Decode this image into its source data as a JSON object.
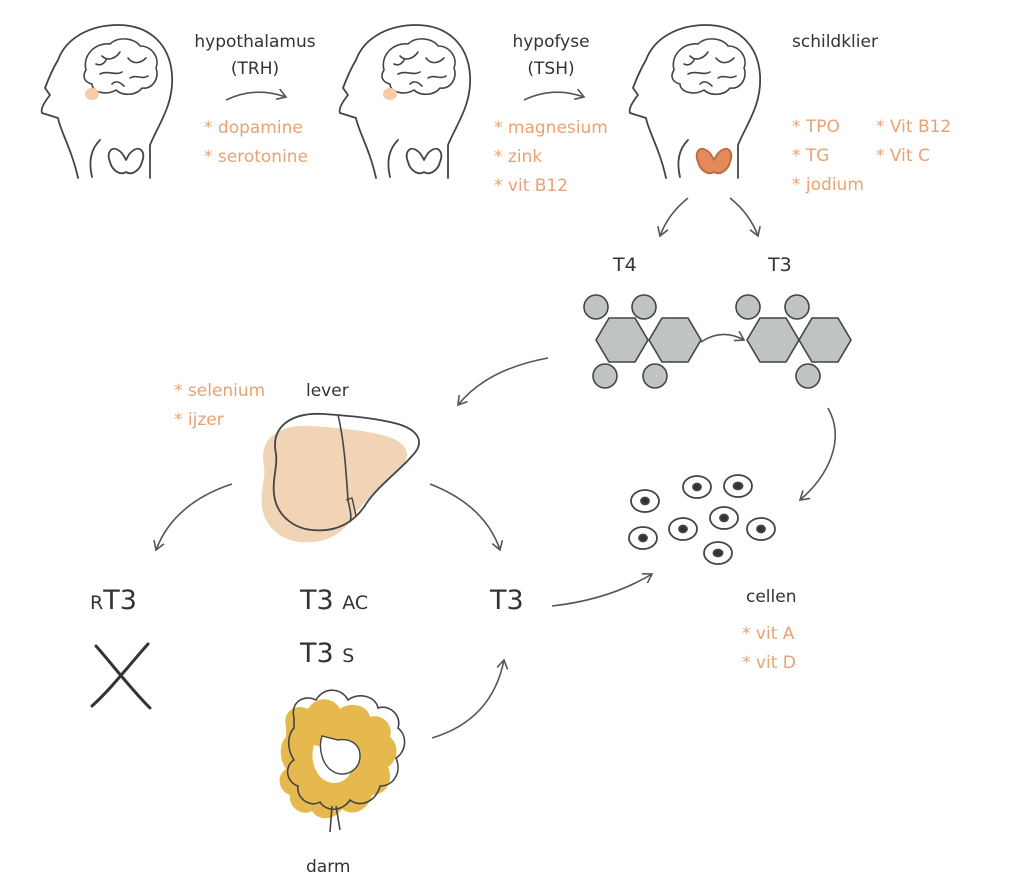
{
  "colors": {
    "accent_orange": "#e8a274",
    "thyroid_orange": "#e28a5c",
    "liver": "#f1d3b6",
    "gut_yellow": "#e6b94f",
    "molecule_grey": "#bfc3c4",
    "line": "#555555"
  },
  "icons": [
    "head-profile-icon",
    "brain-icon",
    "thyroid-icon",
    "molecule-t4-icon",
    "molecule-t3-icon",
    "liver-icon",
    "cells-icon",
    "intestine-icon",
    "cross-icon"
  ],
  "stages": {
    "hypothalamus": {
      "name": "hypothalamus",
      "hormone": "(TRH)",
      "nutrients": [
        "dopamine",
        "serotonine"
      ]
    },
    "hypofyse": {
      "name": "hypofyse",
      "hormone": "(TSH)",
      "nutrients": [
        "magnesium",
        "zink",
        "vit B12"
      ]
    },
    "schildklier": {
      "name": "schildklier",
      "nutrients_left": [
        "TPO",
        "TG",
        "jodium"
      ],
      "nutrients_right": [
        "Vit B12",
        "Vit C"
      ]
    }
  },
  "hormones": {
    "t4": "T4",
    "t3_top": "T3",
    "rt3": "T3",
    "rt3_prefix": "R",
    "t3ac": "T3",
    "t3ac_suffix": "AC",
    "t3s": "T3",
    "t3s_suffix": "S",
    "t3_free": "T3"
  },
  "lever": {
    "name": "lever",
    "nutrients": [
      "selenium",
      "ijzer"
    ]
  },
  "cellen": {
    "name": "cellen",
    "nutrients": [
      "vit A",
      "vit D"
    ]
  },
  "darm": {
    "name": "darm"
  }
}
